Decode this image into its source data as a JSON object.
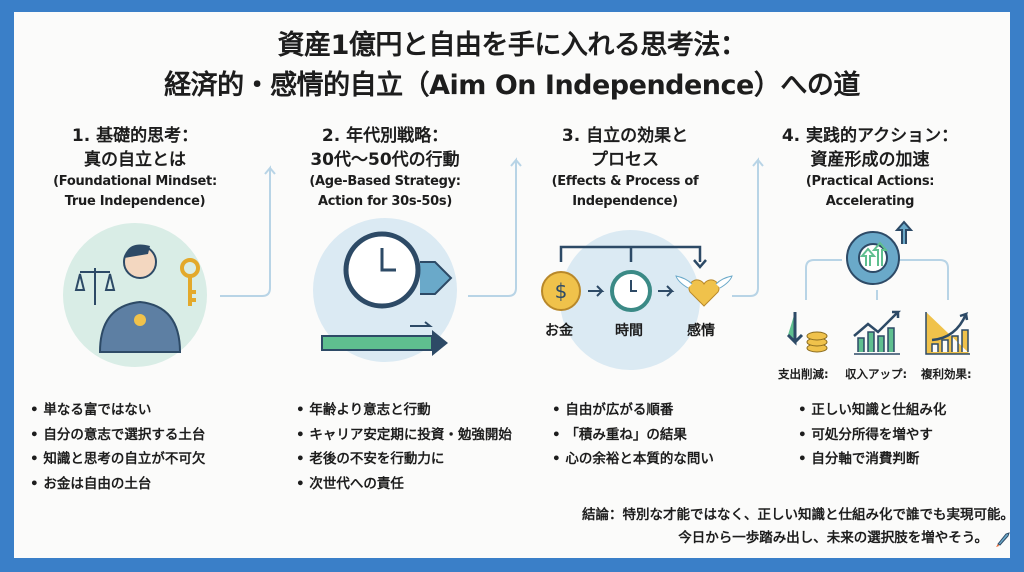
{
  "title": {
    "line1": "資産1億円と自由を手に入れる思考法：",
    "line2": "経済的・感情的自立（Aim On Independence）への道"
  },
  "columns": [
    {
      "jp1": "1. 基礎的思考：",
      "jp2": "真の自立とは",
      "en1": "(Foundational Mindset:",
      "en2": "True Independence)",
      "bullets": [
        "単なる富ではない",
        "自分の意志で選択する土台",
        "知識と思考の自立が不可欠",
        "お金は自由の土台"
      ]
    },
    {
      "jp1": "2. 年代別戦略：",
      "jp2": "30代～50代の行動",
      "en1": "(Age-Based Strategy:",
      "en2": "Action for 30s-50s)",
      "bullets": [
        "年齢より意志と行動",
        "キャリア安定期に投資・勉強開始",
        "老後の不安を行動力に",
        "次世代への責任"
      ]
    },
    {
      "jp1": "3. 自立の効果と",
      "jp2": "プロセス",
      "en1": "(Effects & Process of",
      "en2": "Independence)",
      "bullets": [
        "自由が広がる順番",
        "「積み重ね」の結果",
        "心の余裕と本質的な問い"
      ]
    },
    {
      "jp1": "4. 実践的アクション：",
      "jp2": "資産形成の加速",
      "en1": "(Practical Actions:",
      "en2": "Accelerating",
      "bullets": [
        "正しい知識と仕組み化",
        "可処分所得を増やす",
        "自分軸で消費判断"
      ]
    }
  ],
  "process": {
    "money": "お金",
    "time": "時間",
    "emotion": "感情"
  },
  "actions": {
    "cut": "支出削減:",
    "income": "収入アップ:",
    "compound": "複利効果:"
  },
  "conclusion": {
    "line1": "結論：特別な才能ではなく、正しい知識と仕組み化で誰でも実現可能。",
    "line2": "今日から一歩踏み出し、未来の選択肢を増やそう。"
  },
  "colors": {
    "frame": "#3a7fc8",
    "accent": "#6aa9c9",
    "gold": "#f0c24b",
    "green": "#5fbf8f"
  }
}
